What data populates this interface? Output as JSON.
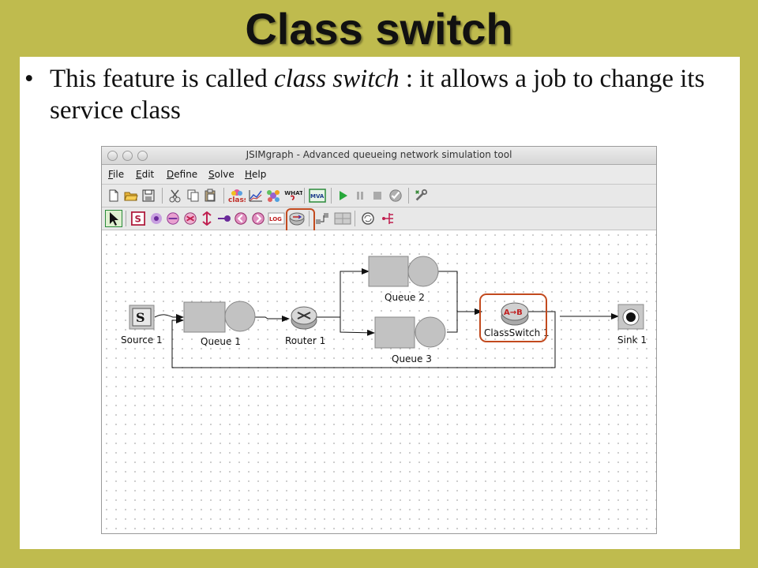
{
  "slide": {
    "title": "Class switch",
    "bullet_before": "This feature is called ",
    "bullet_italic": "class switch",
    "bullet_after": " : it allows a job to change its service class"
  },
  "window": {
    "title": "JSIMgraph - Advanced queueing network simulation tool",
    "menu": [
      {
        "key": "F",
        "rest": "ile"
      },
      {
        "key": "E",
        "rest": "dit"
      },
      {
        "key": "D",
        "rest": "efine"
      },
      {
        "key": "S",
        "rest": "olve"
      },
      {
        "key": "H",
        "rest": "elp"
      }
    ]
  },
  "toolbar": {
    "class_label": "class",
    "what_label": "WHAT IF",
    "mva_label": "MVA",
    "log_label": "LOG"
  },
  "nodes": {
    "source": "Source 1",
    "queue1": "Queue 1",
    "router": "Router 1",
    "queue2": "Queue 2",
    "queue3": "Queue 3",
    "classswitch": "ClassSwitch 1",
    "classswitch_glyph": "A→B",
    "sink": "Sink 1",
    "source_glyph": "S"
  },
  "colors": {
    "background": "#bfbb4e",
    "highlight": "#c24a1e",
    "node_gray": "#c2c2c2"
  }
}
